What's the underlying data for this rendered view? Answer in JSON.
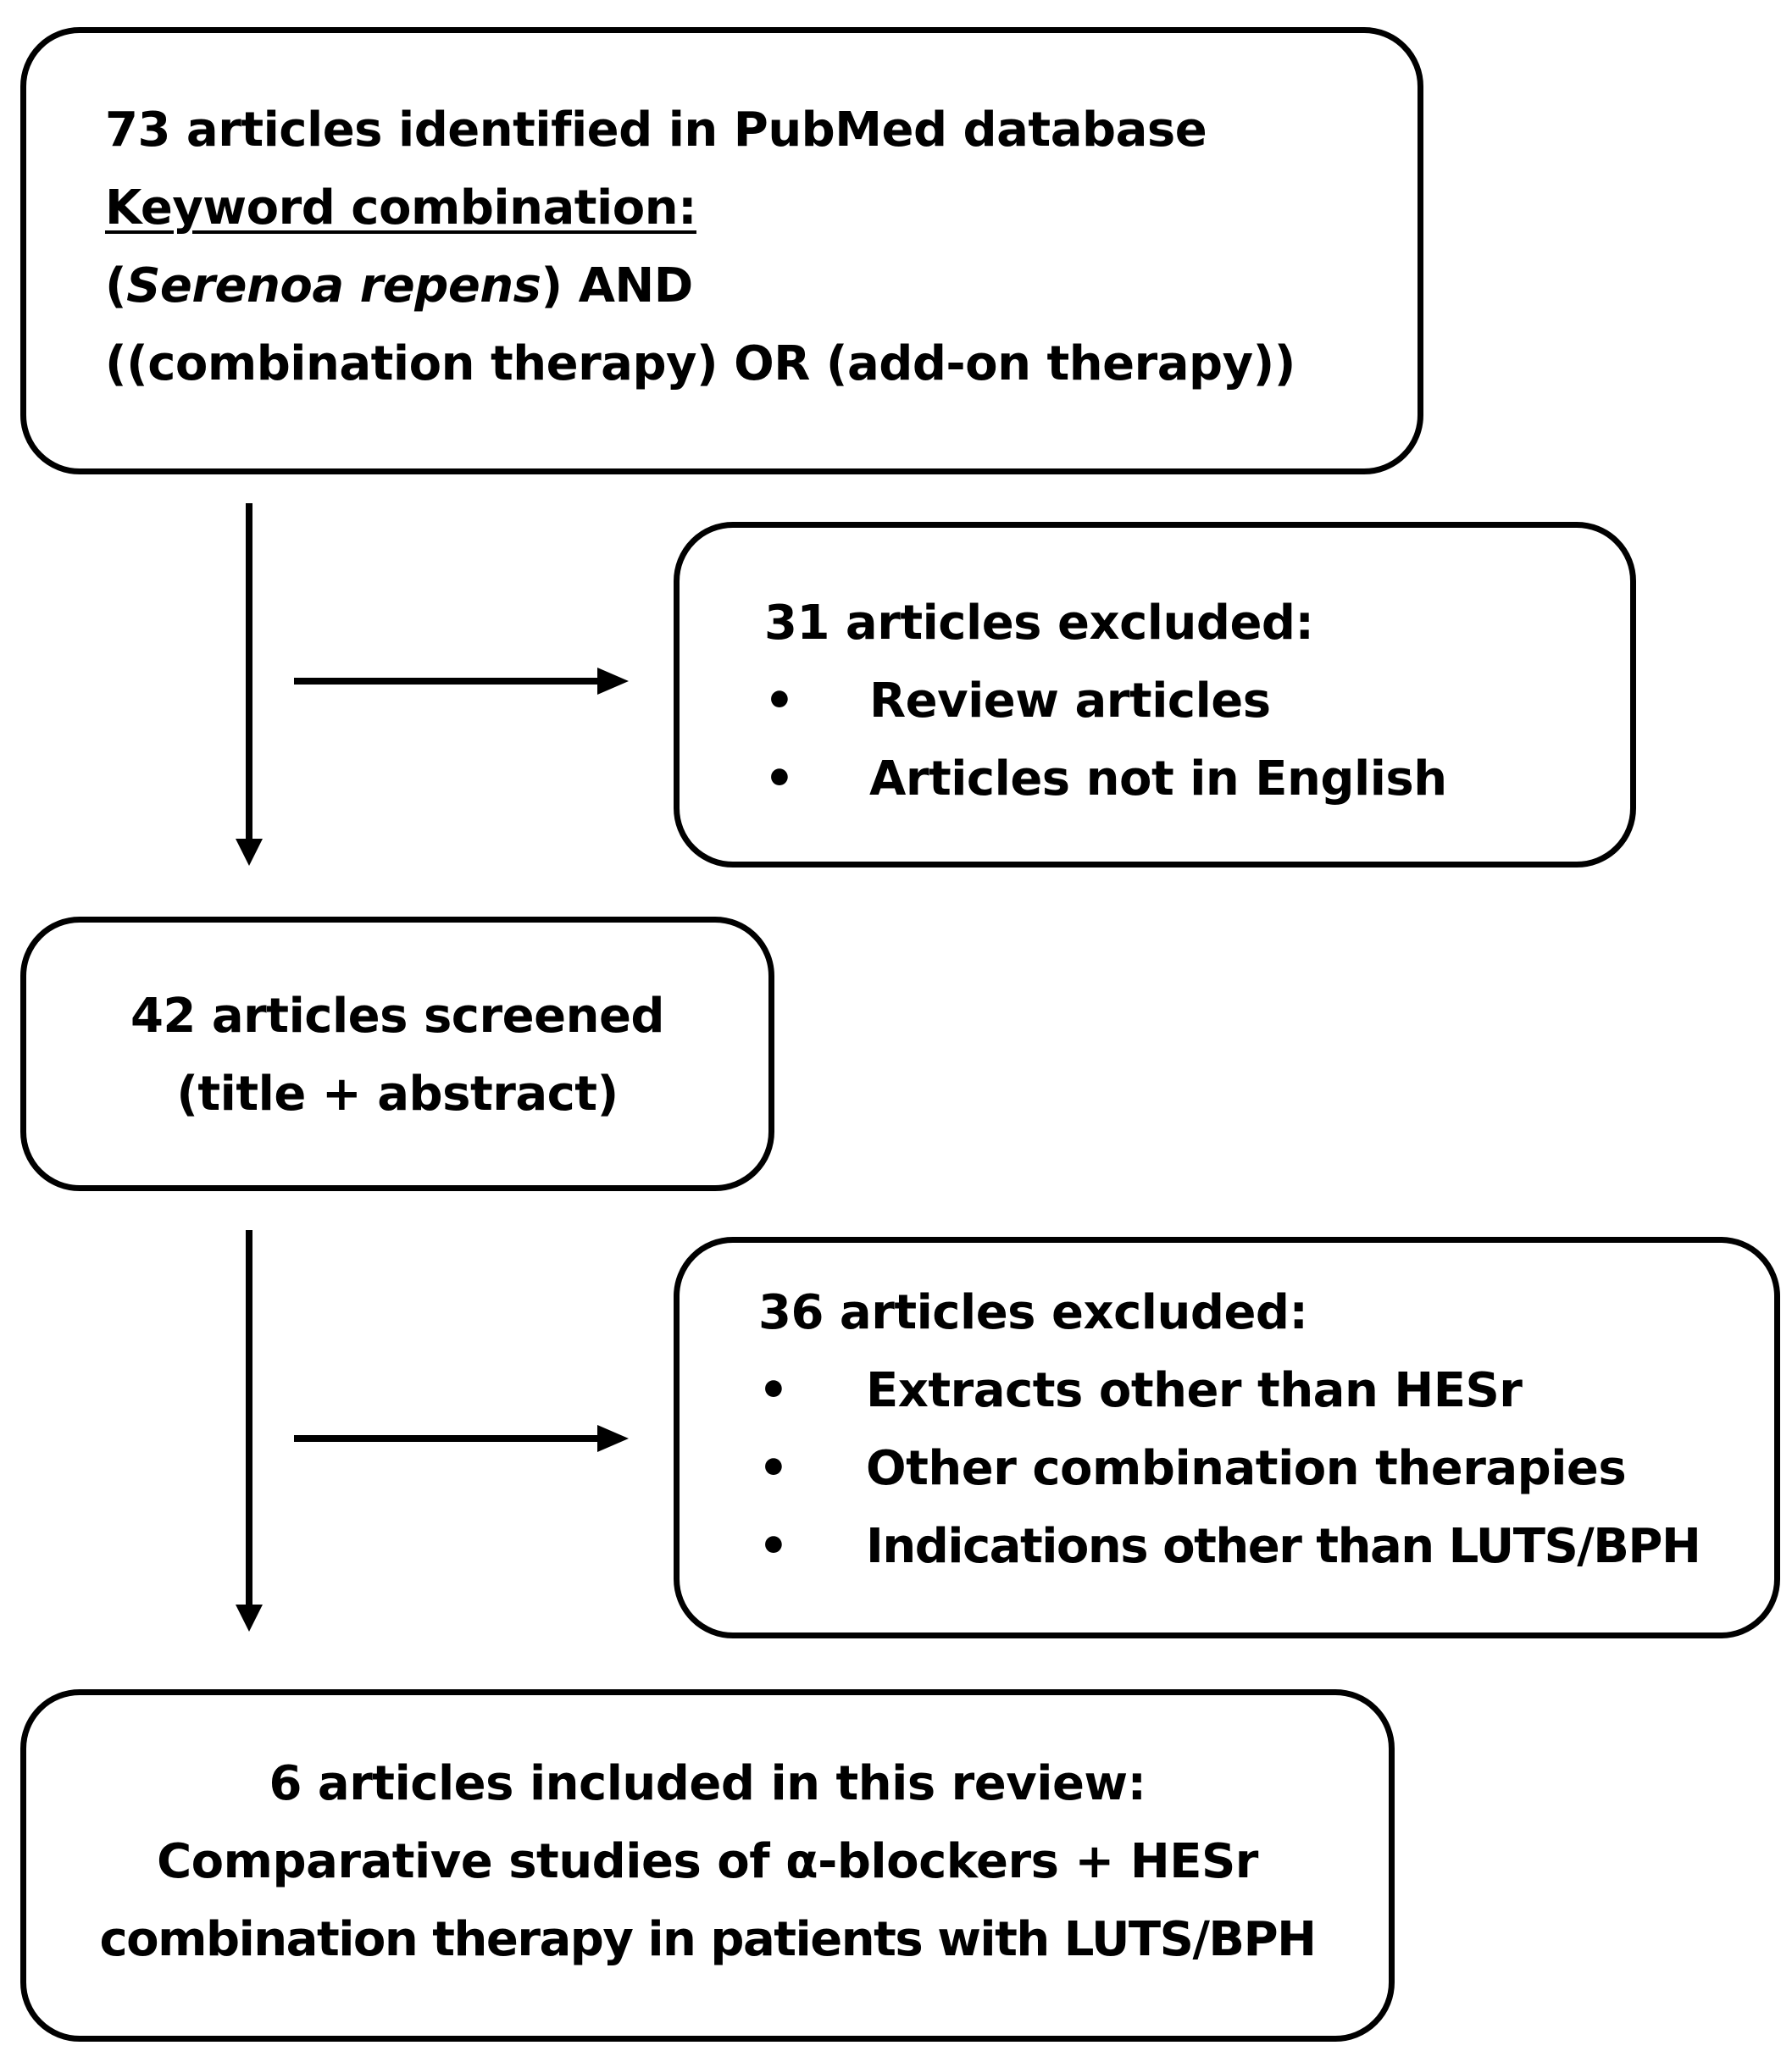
{
  "search_box": {
    "line1": "73 articles identified in PubMed database",
    "line2": "Keyword combination:",
    "line3_open": "(",
    "line3_italic": "Serenoa repens",
    "line3_rest": ") AND",
    "line4": "((combination therapy) OR (add-on therapy))"
  },
  "exclusion1": {
    "title": "31 articles excluded:",
    "bullet_char": "•",
    "items": [
      "Review articles",
      "Articles not in English"
    ]
  },
  "screened_box": {
    "line1": "42 articles screened",
    "line2": "(title + abstract)"
  },
  "exclusion2": {
    "title": "36 articles excluded:",
    "bullet_char": "•",
    "items": [
      "Extracts other than HESr",
      "Other combination therapies",
      "Indications other than LUTS/BPH"
    ]
  },
  "included_box": {
    "line1": "6 articles included in this review:",
    "line2": "Comparative studies of α-blockers + HESr",
    "line3": "combination therapy in patients with LUTS/BPH"
  }
}
